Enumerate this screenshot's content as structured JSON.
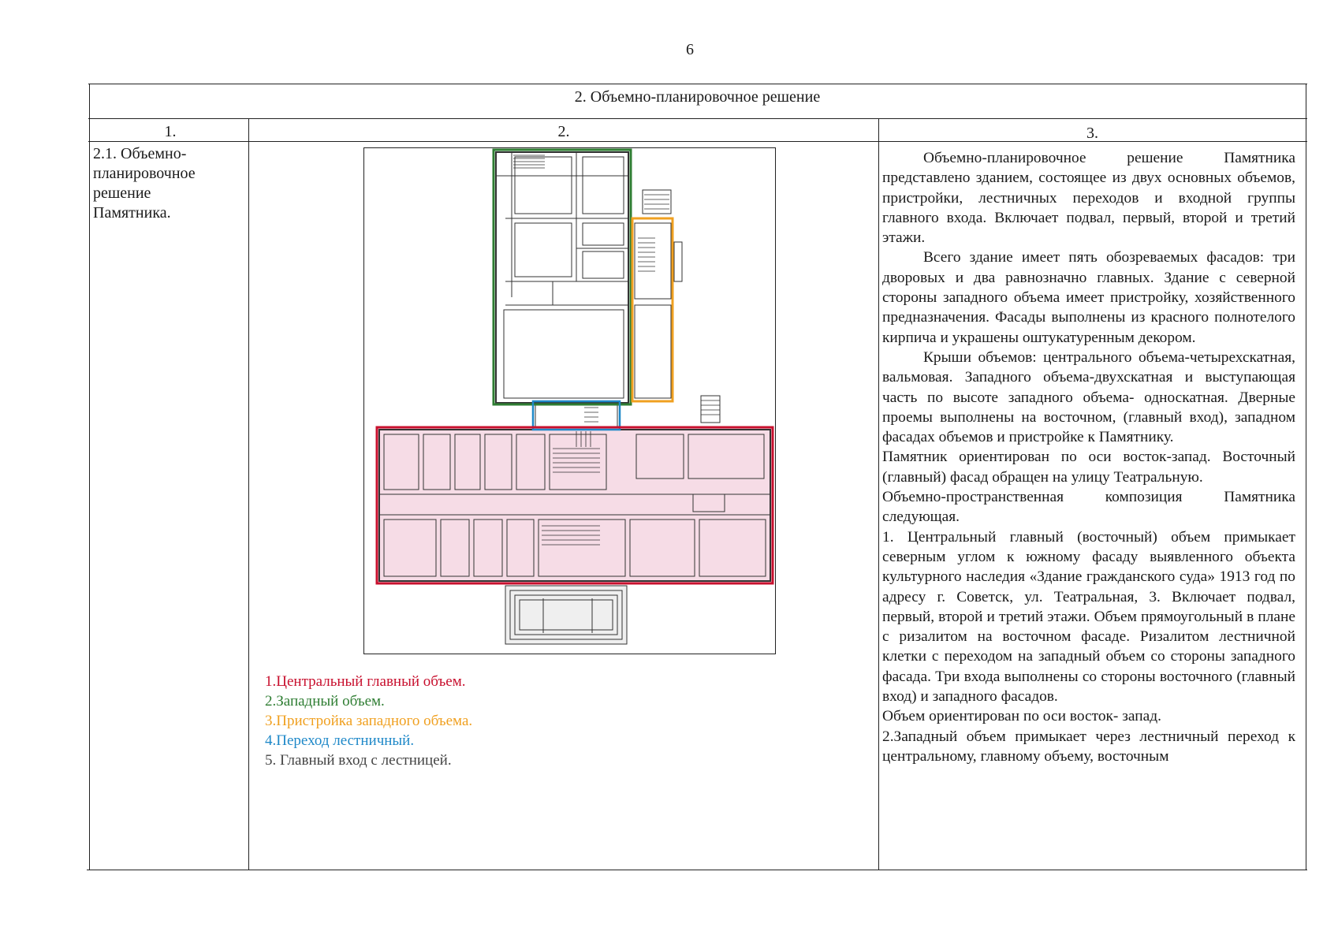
{
  "page_number": "6",
  "table": {
    "title": "2. Объемно-планировочное решение",
    "column_headers": [
      "1.",
      "2.",
      "3."
    ],
    "section_label_lines": [
      "2.1. Объемно-",
      "планировочное",
      "решение",
      "Памятника."
    ]
  },
  "legend": {
    "items": [
      {
        "text": "1.Центральный главный объем.",
        "color": "#c8102e"
      },
      {
        "text": "2.Западный объем.",
        "color": "#2e7d32"
      },
      {
        "text": "3.Пристройка западного объема.",
        "color": "#f0a020"
      },
      {
        "text": "4.Переход лестничный.",
        "color": "#1e88c8"
      },
      {
        "text": "5. Главный вход с лестницей.",
        "color": "#444444"
      }
    ]
  },
  "description": {
    "paragraphs": [
      "Объемно-планировочное решение Памятника представлено зданием, состоящее из двух основных объемов, пристройки, лестничных переходов и входной группы главного входа. Включает подвал, первый, второй и третий этажи.",
      "Всего здание имеет пять обозреваемых фасадов: три дворовых и два равнозначно главных. Здание с северной стороны западного объема имеет пристройку, хозяйственного предназначения. Фасады выполнены из красного полнотелого кирпича и украшены оштукатуренным декором.",
      "Крыши объемов: центрального объема-четырехскатная, вальмовая. Западного объема-двухскатная и выступающая часть по высоте западного объема- односкатная. Дверные проемы выполнены на восточном, (главный вход), западном фасадах объемов и пристройке к Памятнику.",
      "Памятник ориентирован по оси восток-запад. Восточный (главный) фасад обращен на улицу Театральную.",
      "Объемно-пространственная композиция Памятника следующая.",
      "1. Центральный главный (восточный) объем примыкает северным углом к южному фасаду выявленного объекта культурного наследия «Здание гражданского суда» 1913 год по адресу г. Советск, ул. Театральная, 3. Включает подвал, первый, второй и третий этажи. Объем прямоугольный в плане с ризалитом на восточном фасаде. Ризалитом лестничной клетки с переходом на западный объем со стороны западного фасада. Три входа выполнены со стороны восточного (главный вход) и западного фасадов.",
      "Объем ориентирован по оси восток- запад.",
      "2.Западный объем примыкает через лестничный переход к центральному, главному объему, восточным"
    ],
    "indented": [
      true,
      true,
      true,
      false,
      false,
      false,
      false,
      false
    ]
  },
  "plan_colors": {
    "central": "#c8102e",
    "central_fill": "#f6dce6",
    "western": "#2e7d32",
    "annex": "#f0a020",
    "passage": "#1e88c8",
    "lines": "#333333"
  }
}
